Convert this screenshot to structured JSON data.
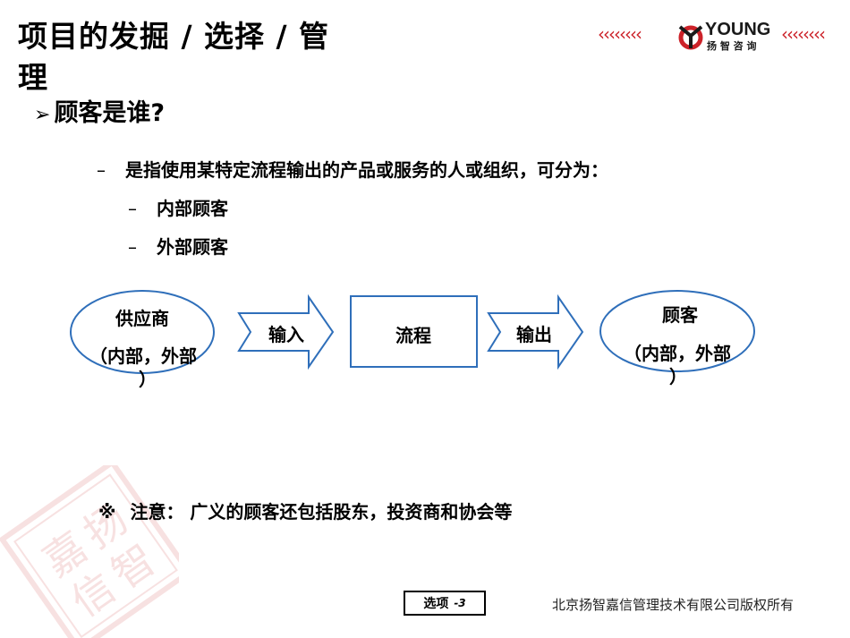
{
  "header": {
    "title": "项目的发掘 / 选择 / 管理",
    "logo": {
      "brand": "YOUNG",
      "sub": "扬 智 咨 询",
      "chevrons_left": "‹‹‹‹‹‹‹‹",
      "chevrons_right": "‹‹‹‹‹‹‹‹",
      "brand_color": "#1a1a1a",
      "accent_color": "#cc2229"
    }
  },
  "question": {
    "marker": "➢",
    "text": "顾客是谁?"
  },
  "bullets": [
    {
      "dash": "–",
      "text": "是指使用某特定流程输出的产品或服务的人或组织，可分为："
    },
    {
      "dash": "–",
      "text": "内部顾客"
    },
    {
      "dash": "–",
      "text": "外部顾客"
    }
  ],
  "diagram": {
    "supplier": {
      "line1": "供应商",
      "line2": "（内部，外部",
      "line3": "）"
    },
    "input_label": "输入",
    "process_label": "流程",
    "output_label": "输出",
    "customer": {
      "line1": "顾客",
      "line2": "（内部，外部",
      "line3": "）"
    },
    "stroke_color": "#2f6fba"
  },
  "note": {
    "symbol": "※",
    "text": "注意： 广义的顾客还包括股东，投资商和协会等"
  },
  "footer": {
    "page_label": "选项",
    "page_number": "-3",
    "copyright": "北京扬智嘉信管理技术有限公司版权所有"
  },
  "watermark": {
    "text_a": "嘉",
    "text_b": "扬",
    "text_c": "信",
    "text_d": "智",
    "color": "#f2c9c9"
  }
}
